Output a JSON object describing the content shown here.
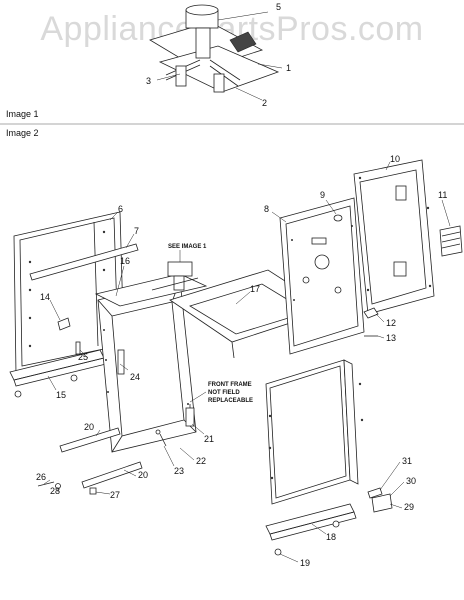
{
  "watermark": "AppliancePartsPros.com",
  "sections": {
    "image1_label": "Image 1",
    "image2_label": "Image 2"
  },
  "notes": {
    "see_image_1": "SEE IMAGE 1",
    "front_frame_line1": "FRONT FRAME",
    "front_frame_line2": "NOT FIELD",
    "front_frame_line3": "REPLACEABLE"
  },
  "callouts": {
    "c1": "1",
    "c2": "2",
    "c3": "3",
    "c5": "5",
    "c6": "6",
    "c7": "7",
    "c8": "8",
    "c9": "9",
    "c10": "10",
    "c11": "11",
    "c12": "12",
    "c13": "13",
    "c14": "14",
    "c15": "15",
    "c16": "16",
    "c17": "17",
    "c18": "18",
    "c19": "19",
    "c20a": "20",
    "c20b": "20",
    "c21": "21",
    "c22": "22",
    "c23": "23",
    "c24": "24",
    "c25": "25",
    "c26": "26",
    "c27": "27",
    "c28": "28",
    "c29": "29",
    "c30": "30",
    "c31": "31"
  }
}
